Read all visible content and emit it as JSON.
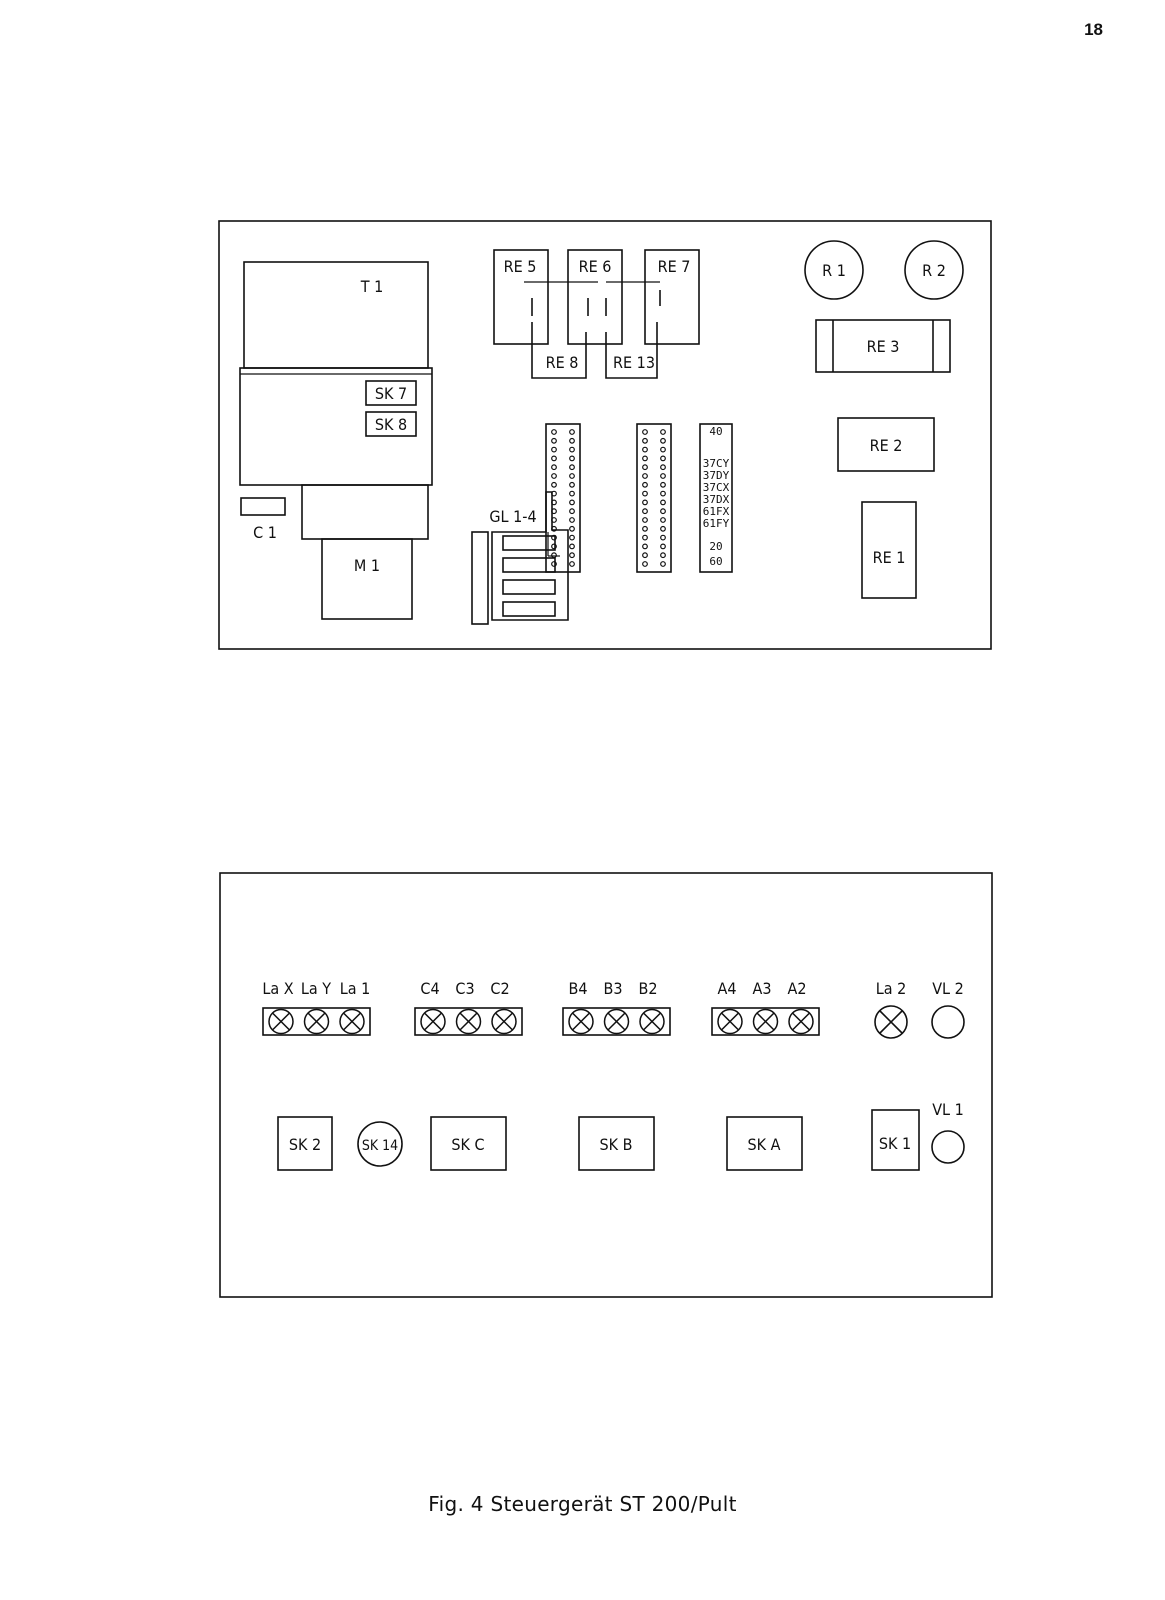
{
  "page_number": "18",
  "caption": "Fig. 4 Steuergerät ST 200/Pult",
  "board": {
    "T1": "T 1",
    "M1": "M 1",
    "C1": "C 1",
    "SK7": "SK 7",
    "SK8": "SK 8",
    "RE5": "RE 5",
    "RE6": "RE 6",
    "RE7": "RE 7",
    "RE8": "RE 8",
    "RE13": "RE 13",
    "R1": "R 1",
    "R2": "R 2",
    "RE3": "RE 3",
    "RE2": "RE 2",
    "RE1": "RE 1",
    "GL": "GL 1-4",
    "terminals": [
      "40",
      "37CY",
      "37DY",
      "37CX",
      "37DX",
      "61FX",
      "61FY",
      "20",
      "60"
    ]
  },
  "panel": {
    "lamp_groups": [
      {
        "labels": [
          "La X",
          "La Y",
          "La 1"
        ]
      },
      {
        "labels": [
          "C4",
          "C3",
          "C2"
        ]
      },
      {
        "labels": [
          "B4",
          "B3",
          "B2"
        ]
      },
      {
        "labels": [
          "A4",
          "A3",
          "A2"
        ]
      }
    ],
    "La2": "La 2",
    "VL2": "VL 2",
    "VL1": "VL 1",
    "SK2": "SK 2",
    "SK14": "SK 14",
    "SKC": "SK C",
    "SKB": "SK B",
    "SKA": "SK A",
    "SK1": "SK 1"
  }
}
